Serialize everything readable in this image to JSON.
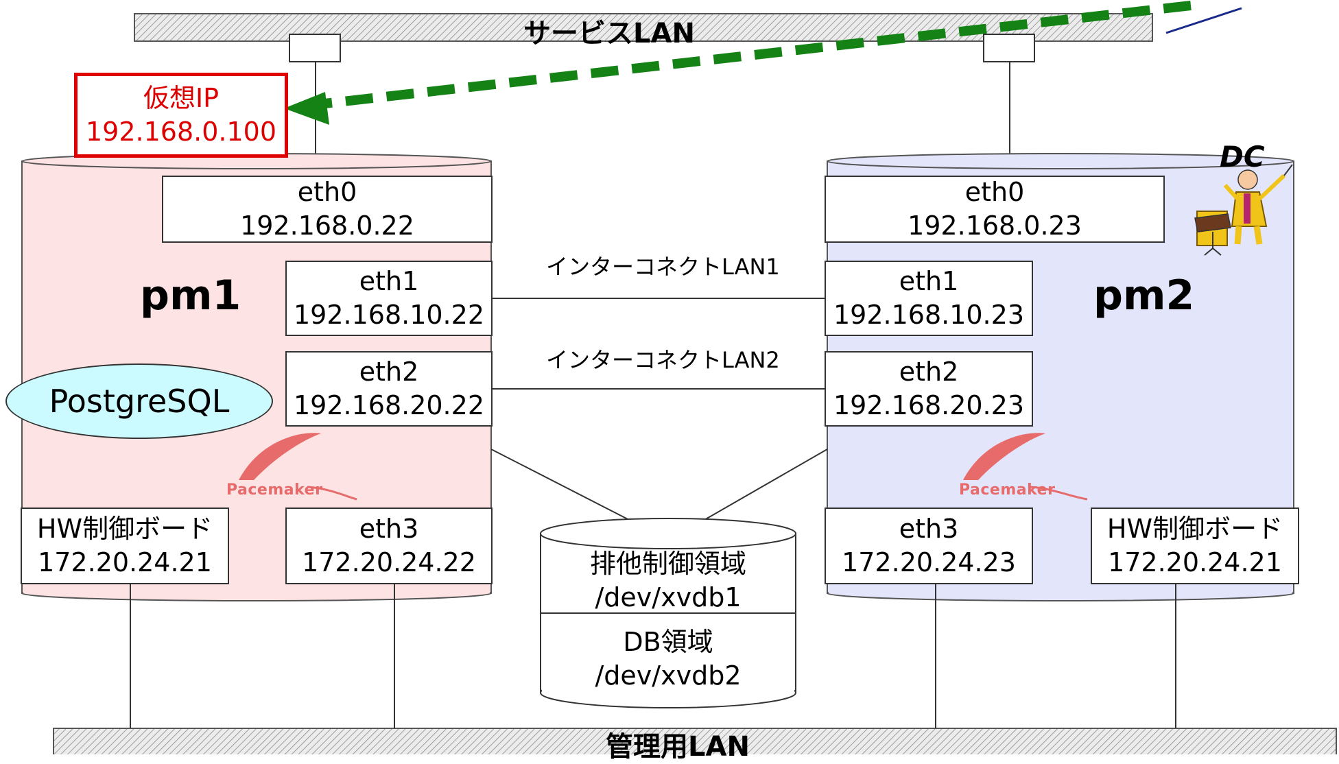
{
  "service_lan": {
    "label": "サービスLAN"
  },
  "mgmt_lan": {
    "label": "管理用LAN"
  },
  "virtual_ip": {
    "title": "仮想IP",
    "address": "192.168.0.100"
  },
  "pm1": {
    "name": "pm1",
    "eth0": {
      "name": "eth0",
      "ip": "192.168.0.22"
    },
    "eth1": {
      "name": "eth1",
      "ip": "192.168.10.22"
    },
    "eth2": {
      "name": "eth2",
      "ip": "192.168.20.22"
    },
    "eth3": {
      "name": "eth3",
      "ip": "172.20.24.22"
    },
    "hw": {
      "name": "HW制御ボード",
      "ip": "172.20.24.21"
    },
    "resource": "PostgreSQL",
    "logo": "Pacemaker",
    "color": "#fde3e3"
  },
  "pm2": {
    "name": "pm2",
    "badge": "DC",
    "eth0": {
      "name": "eth0",
      "ip": "192.168.0.23"
    },
    "eth1": {
      "name": "eth1",
      "ip": "192.168.10.23"
    },
    "eth2": {
      "name": "eth2",
      "ip": "192.168.20.23"
    },
    "eth3": {
      "name": "eth3",
      "ip": "172.20.24.23"
    },
    "hw": {
      "name": "HW制御ボード",
      "ip": "172.20.24.21"
    },
    "logo": "Pacemaker",
    "color": "#e3e5fb"
  },
  "interconnect": {
    "lan1": "インターコネクトLAN1",
    "lan2": "インターコネクトLAN2"
  },
  "shared_disk": {
    "area1": {
      "name": "排他制御領域",
      "device": "/dev/xvdb1"
    },
    "area2": {
      "name": "DB領域",
      "device": "/dev/xvdb2"
    }
  },
  "colors": {
    "vip_border": "#e00000",
    "vip_arrow": "#148214",
    "resource_fill": "#ccfbff"
  }
}
